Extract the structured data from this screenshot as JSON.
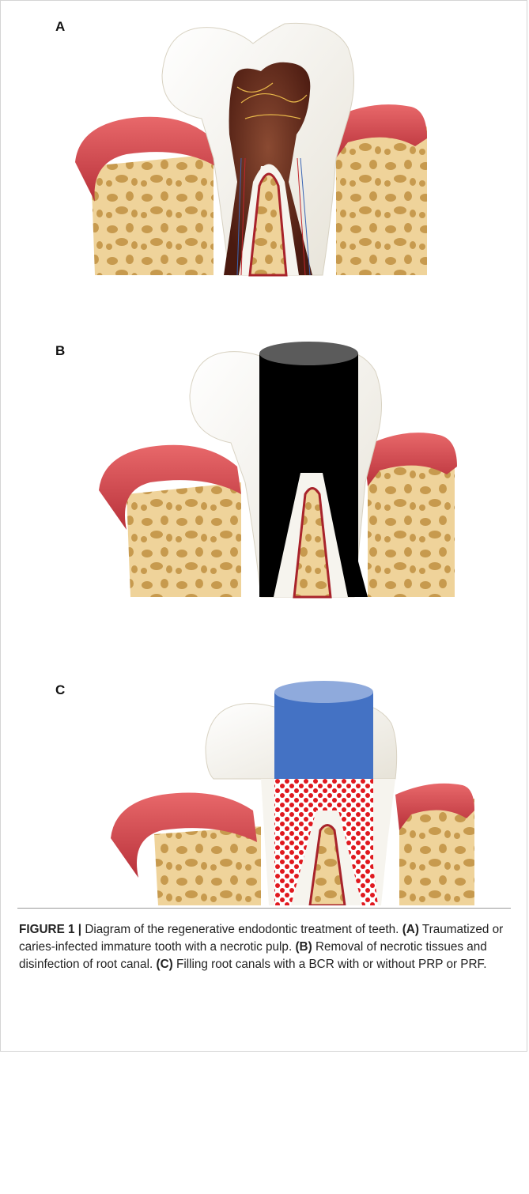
{
  "panels": [
    {
      "label": "A"
    },
    {
      "label": "B"
    },
    {
      "label": "C"
    }
  ],
  "caption": {
    "figure_label": "FIGURE 1 |",
    "intro": " Diagram of the regenerative endodontic treatment of teeth. ",
    "a_label": "(A)",
    "a_text": " Traumatized or caries-infected immature tooth with a necrotic pulp. ",
    "b_label": "(B)",
    "b_text": " Removal of necrotic tissues and disinfection of root canal. ",
    "c_label": "(C)",
    "c_text": " Filling root canals with a BCR with or without PRP or PRF."
  },
  "colors": {
    "gum": "#d9575a",
    "gum_dark": "#a8232b",
    "bone": "#efd39a",
    "bone_pore": "#c79a4e",
    "enamel": "#f6f4ee",
    "pulp": "#6b2b1c",
    "canal_black": "#000000",
    "seal_top": "#5b5b5b",
    "bcr_blue": "#4472c4",
    "bcr_blue_top": "#8faadc",
    "scaffold_red": "#e0191f"
  }
}
